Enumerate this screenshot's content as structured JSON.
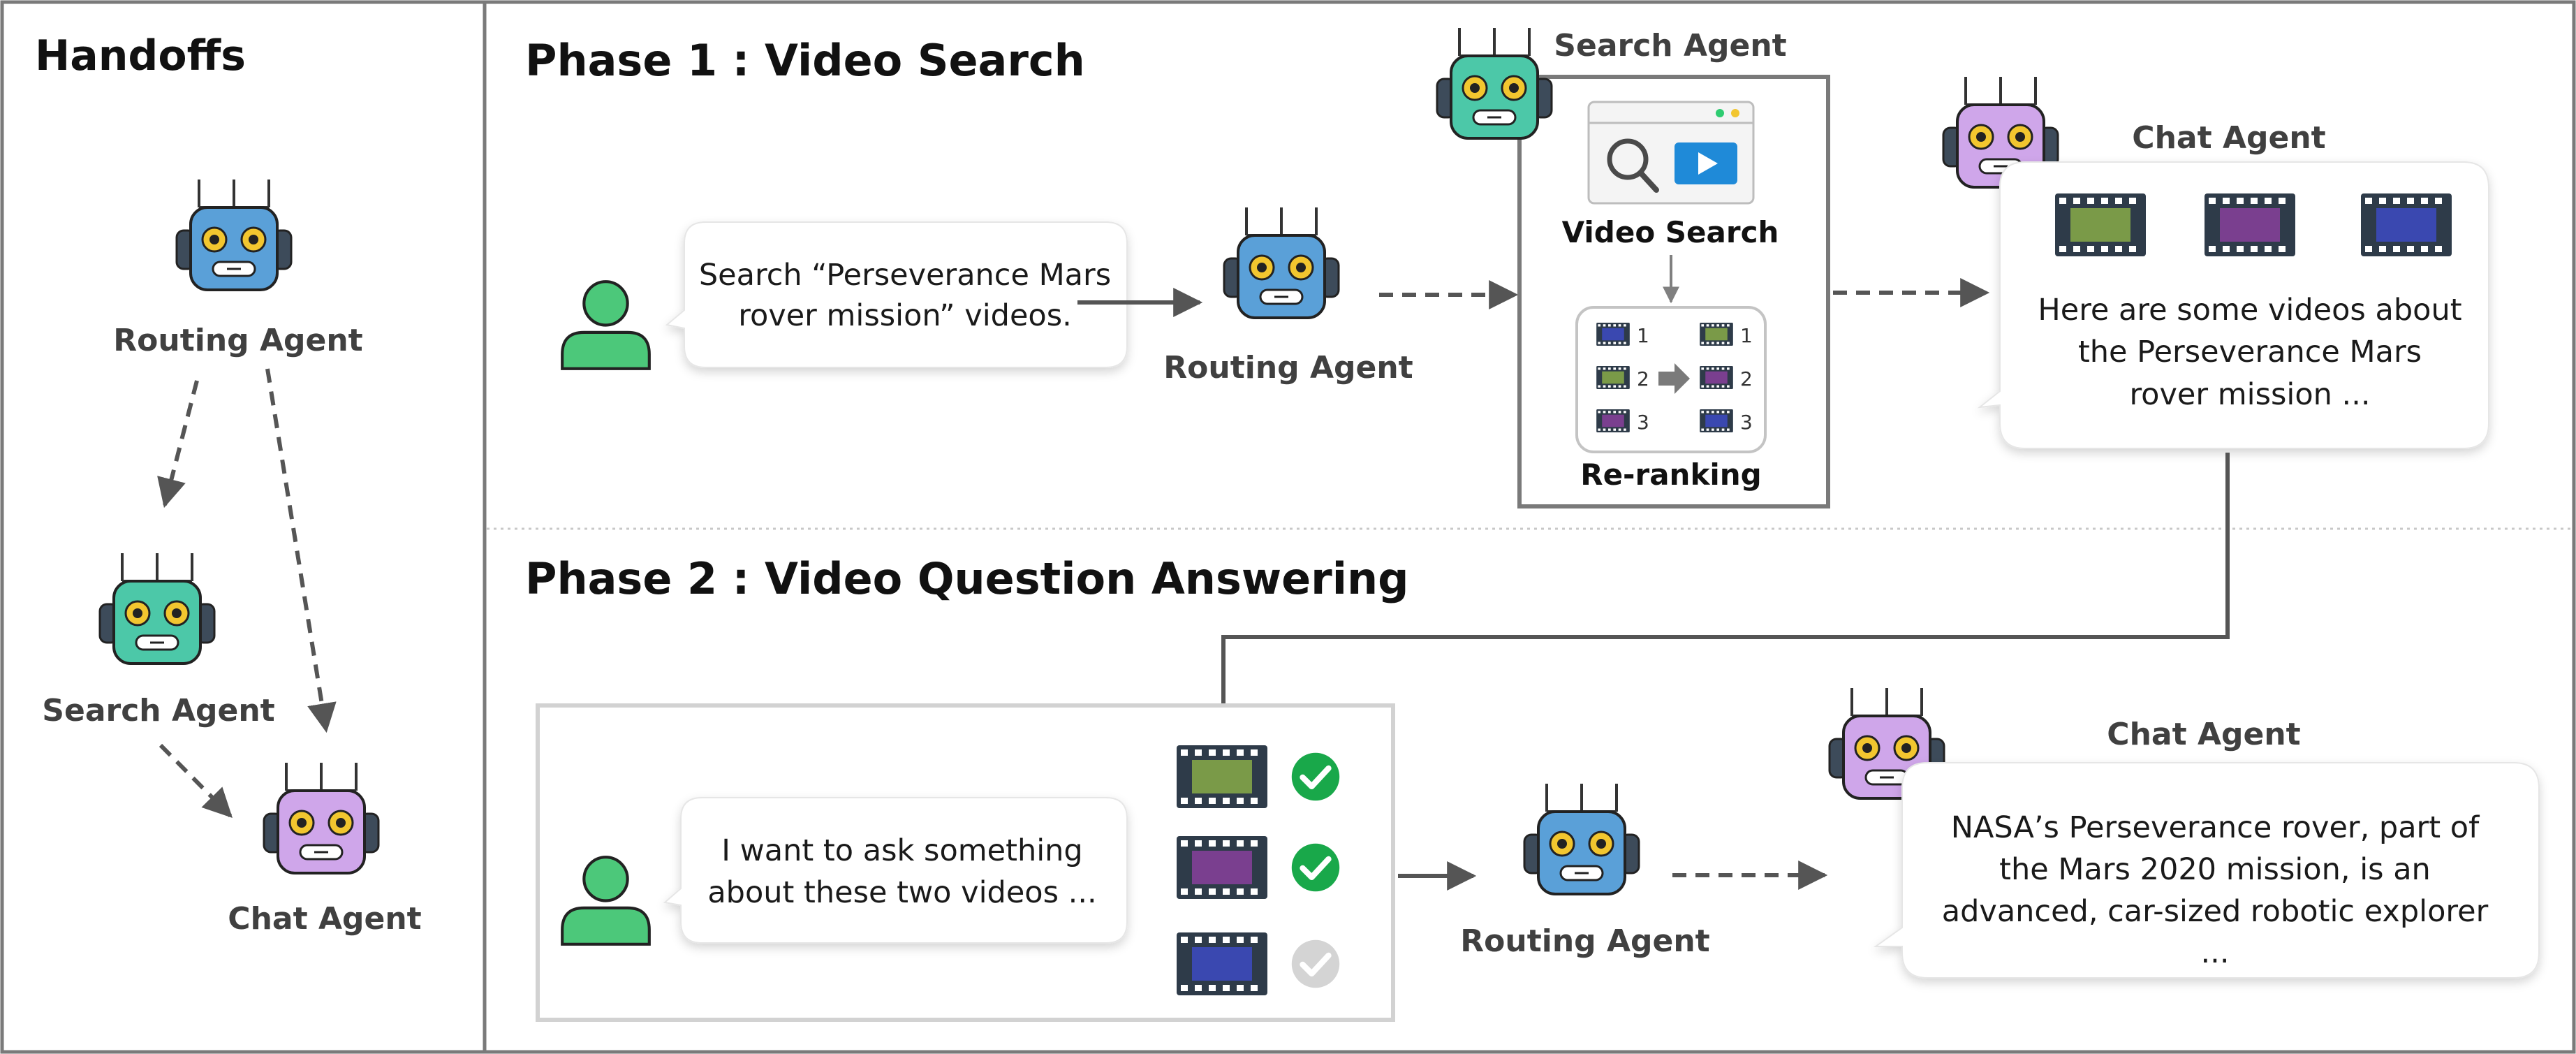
{
  "colors": {
    "frame": "#7a7a7a",
    "arrow": "#555555",
    "routing_robot": "#5aa0d8",
    "search_robot": "#4cc8a8",
    "chat_robot": "#cfa6ea",
    "user_icon": "#4cc87a",
    "film_green": "#7a9a48",
    "film_purple": "#7a3f8f",
    "film_blue": "#3a48b0",
    "check_on": "#19a84a",
    "check_off": "#d4d4d4"
  },
  "handoffs": {
    "title": "Handoffs",
    "routing_label": "Routing Agent",
    "search_label": "Search Agent",
    "chat_label": "Chat Agent"
  },
  "phase1": {
    "title": "Phase 1 : Video Search",
    "user_message_lines": [
      "Search “Perseverance Mars",
      "rover mission” videos."
    ],
    "routing_label": "Routing Agent",
    "search_agent_label": "Search Agent",
    "video_search_label": "Video Search",
    "reranking_label": "Re-ranking",
    "rank_before": [
      "1",
      "2",
      "3"
    ],
    "rank_after": [
      "1",
      "2",
      "3"
    ],
    "chat_label": "Chat Agent",
    "chat_message_lines": [
      "Here are some videos about",
      "the Perseverance Mars",
      "rover mission ..."
    ]
  },
  "phase2": {
    "title": "Phase 2 : Video Question Answering",
    "user_message_lines": [
      "I want to ask something",
      "about these two videos ..."
    ],
    "routing_label": "Routing Agent",
    "chat_label": "Chat Agent",
    "chat_message_lines": [
      "NASA’s Perseverance rover, part of",
      "the Mars 2020 mission, is an",
      "advanced, car-sized robotic explorer",
      "..."
    ],
    "video_selection": [
      {
        "film": "film_green",
        "selected": true
      },
      {
        "film": "film_purple",
        "selected": true
      },
      {
        "film": "film_blue",
        "selected": false
      }
    ]
  }
}
